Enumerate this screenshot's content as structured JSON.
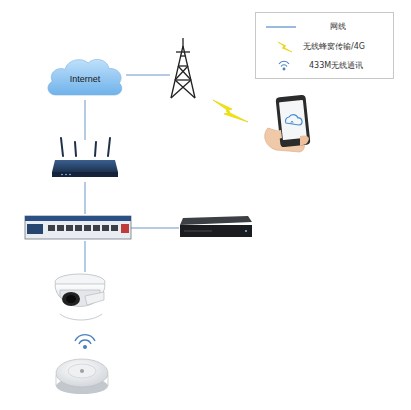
{
  "diagram": {
    "nodes": [
      {
        "text": [
          "Internet"
        ]
      }
    ],
    "legend": [
      {
        "text": "网线"
      },
      {
        "text": "无线蜂窝传输/4G"
      },
      {
        "text": "433M无线通讯"
      }
    ]
  }
}
